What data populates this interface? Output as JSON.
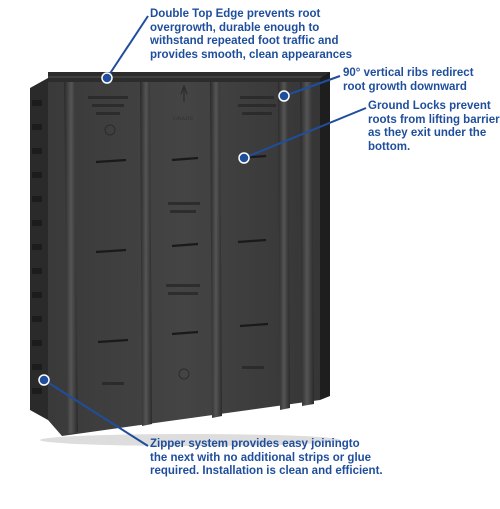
{
  "callouts": {
    "top_edge": {
      "lines": [
        "Double Top Edge prevents root",
        "overgrowth, durable enough to",
        "withstand repeated foot traffic and",
        "provides smooth, clean appearances"
      ]
    },
    "ribs": {
      "lines": [
        "90° vertical ribs redirect",
        "root growth downward"
      ]
    },
    "ground_locks": {
      "lines": [
        "Ground Locks prevent",
        "roots from lifting barrier",
        "as they exit under the",
        "bottom."
      ]
    },
    "zipper": {
      "lines": [
        "Zipper system provides easy joiningto",
        "the next with no additional strips or glue",
        "required. Installation is clean and efficient."
      ]
    }
  },
  "panel_markings": {
    "grade": "GRADE"
  },
  "colors": {
    "callout_text": "#1f4e9c",
    "leader_line": "#1f4e9c",
    "marker_fill": "#1f4e9c",
    "panel_dark": "#2b2b2b",
    "panel_mid": "#3a3a3a",
    "panel_rib": "#4a4a4a"
  }
}
